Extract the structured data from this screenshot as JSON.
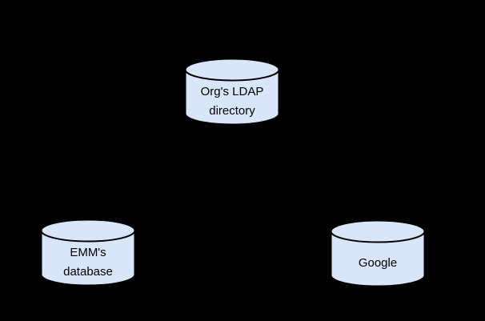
{
  "diagram": {
    "nodes": [
      {
        "id": "org-ldap-directory",
        "shape": "database-cylinder",
        "lines": [
          "Org's LDAP",
          "directory"
        ]
      },
      {
        "id": "emm-database",
        "shape": "database-cylinder",
        "lines": [
          "EMM's",
          "database"
        ]
      },
      {
        "id": "google",
        "shape": "database-cylinder",
        "lines": [
          "Google"
        ]
      }
    ]
  },
  "colors": {
    "canvas-bg": "#000000",
    "node-fill": "#d9e5f8",
    "node-stroke": "#000000",
    "node-text": "#000000"
  }
}
